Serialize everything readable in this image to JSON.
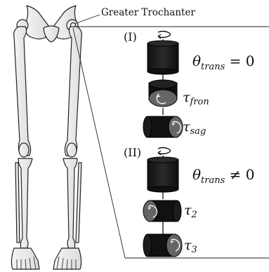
{
  "annotation": {
    "text": "Greater Trochanter"
  },
  "panel_i": {
    "label": "(I)",
    "equation": {
      "theta": "θ",
      "sub": "trans",
      "rel": " = 0"
    },
    "tau1": {
      "symbol": "τ",
      "sub": "fron"
    },
    "tau2": {
      "symbol": "τ",
      "sub": "sag"
    }
  },
  "panel_ii": {
    "label": "(II)",
    "equation": {
      "theta": "θ",
      "sub": "trans",
      "rel": " ≠ 0"
    },
    "tau1": {
      "symbol": "τ",
      "sub": "2"
    },
    "tau2": {
      "symbol": "τ",
      "sub": "3"
    }
  }
}
